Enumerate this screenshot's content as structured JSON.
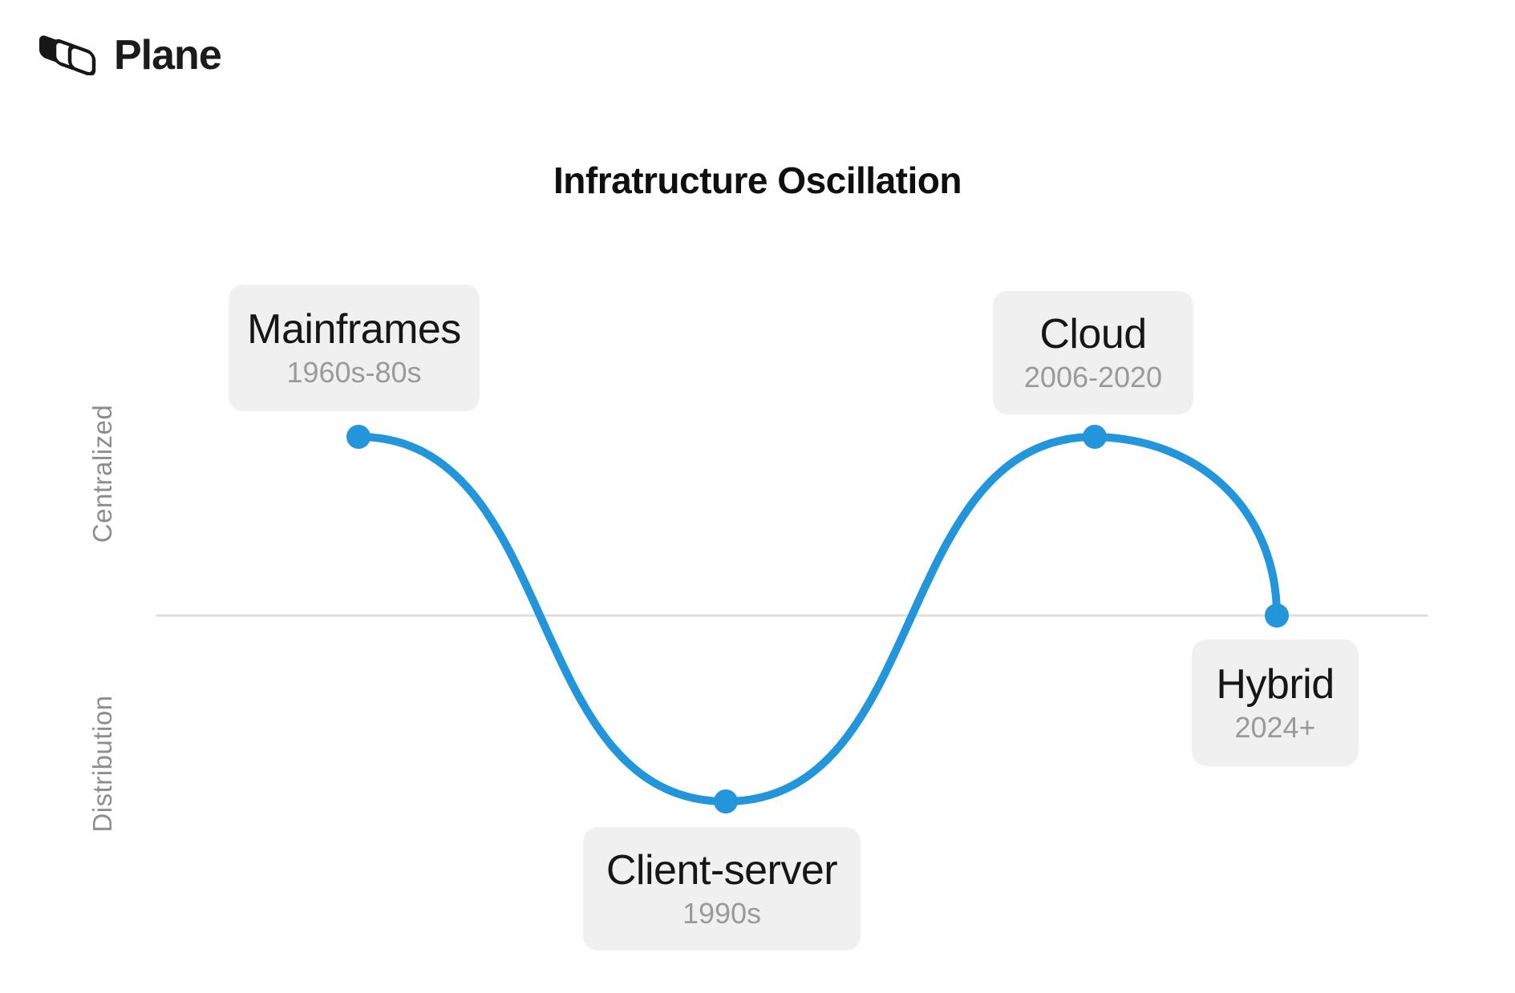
{
  "brand": {
    "name": "Plane",
    "logo_icon": "plane-logo-icon"
  },
  "title": "Infratructure Oscillation",
  "axis": {
    "top_label": "Centralized",
    "bottom_label": "Distribution"
  },
  "milestones": [
    {
      "label": "Mainframes",
      "period": "1960s-80s",
      "position": "centralized"
    },
    {
      "label": "Client-server",
      "period": "1990s",
      "position": "distribution"
    },
    {
      "label": "Cloud",
      "period": "2006-2020",
      "position": "centralized"
    },
    {
      "label": "Hybrid",
      "period": "2024+",
      "position": "baseline"
    }
  ],
  "colors": {
    "curve": "#2395da",
    "baseline": "#dcdcdc",
    "box_bg": "#f0f0f1",
    "sublabel": "#9a9a9a",
    "axis_text": "#8d8d8d"
  }
}
